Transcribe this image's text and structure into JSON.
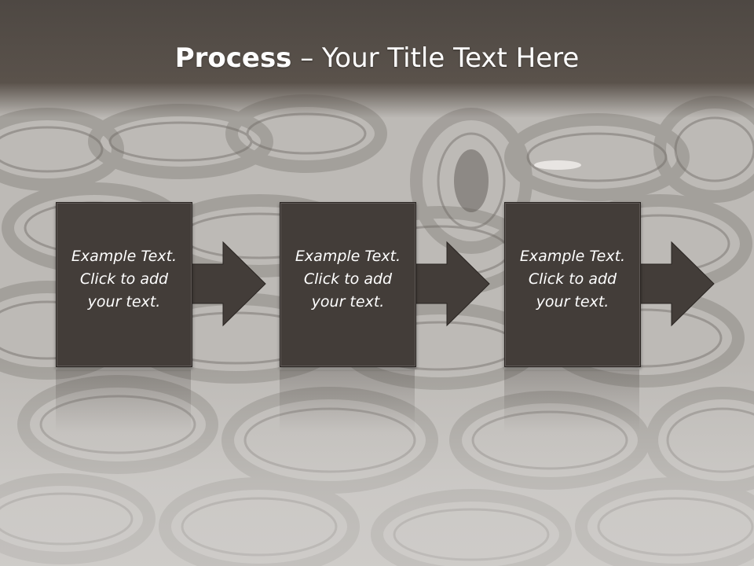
{
  "slide": {
    "title_bold": "Process",
    "title_rest": " – Your Title Text Here"
  },
  "steps": [
    {
      "text": "Example Text.\nClick  to add\nyour text."
    },
    {
      "text": "Example Text.\nClick  to add\nyour text."
    },
    {
      "text": "Example Text.\nClick  to add\nyour text."
    }
  ],
  "colors": {
    "header": "#56504a",
    "box": "#433d39",
    "arrow": "#433d39",
    "background": "#b9b6b2"
  },
  "background_image": "tire-pile"
}
